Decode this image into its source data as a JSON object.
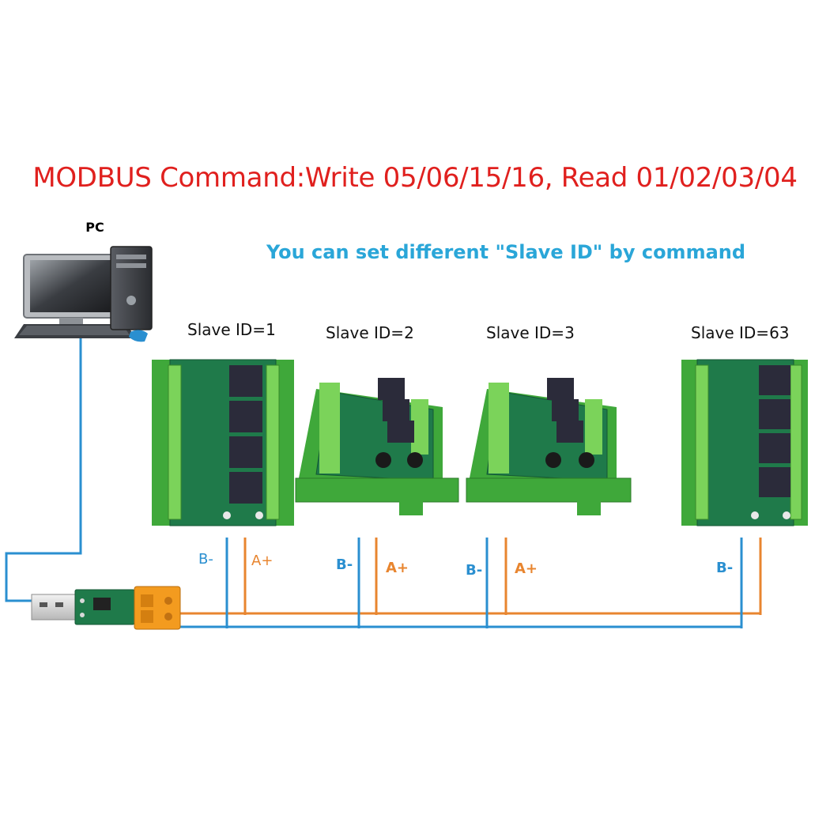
{
  "title": "MODBUS Command:Write 05/06/15/16, Read 01/02/03/04",
  "subtitle": "You can set different \"Slave ID\" by command",
  "pc_label": "PC",
  "slaves": [
    {
      "label": "Slave ID=1",
      "b_label": "B-",
      "a_label": "A+"
    },
    {
      "label": "Slave ID=2",
      "b_label": "B-",
      "a_label": "A+"
    },
    {
      "label": "Slave ID=3",
      "b_label": "B-",
      "a_label": "A+"
    },
    {
      "label": "Slave ID=63",
      "b_label": "B-"
    }
  ],
  "colors": {
    "title": "#e0201e",
    "subtitle": "#2aa6d8",
    "wire_b": "#2a8fd0",
    "wire_a": "#e8852f",
    "din_rail": "#3fa83a",
    "pcb": "#1f7a4a",
    "relay": "#2b2b3a",
    "terminal": "#7bd35a"
  },
  "icons": [
    "pc-icon",
    "usb-rs485-adapter-icon",
    "relay-module-icon"
  ]
}
